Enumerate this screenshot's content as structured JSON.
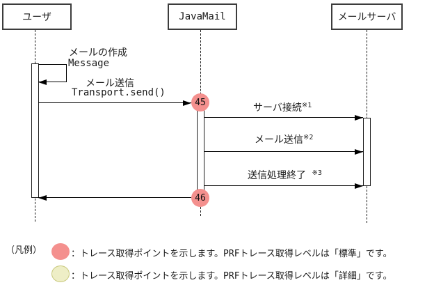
{
  "diagram": {
    "actors": [
      {
        "label": "ユーザ"
      },
      {
        "label": "JavaMail"
      },
      {
        "label": "メールサーバ"
      }
    ],
    "messages": {
      "create_mail": {
        "line1": "メールの作成",
        "line2": "Message"
      },
      "send_mail": {
        "line1": "メール送信",
        "line2": "Transport.send()"
      },
      "server_connect": {
        "text": "サーバ接続",
        "sup": "※1"
      },
      "mail_send": {
        "text": "メール送信",
        "sup": "※2"
      },
      "send_finish": {
        "text": "送信処理終了 ",
        "sup": "※3"
      }
    },
    "trace_points": [
      {
        "number": "45"
      },
      {
        "number": "46"
      }
    ],
    "colors": {
      "trace_standard": "#f4908e",
      "trace_detail_fill": "#eeeec6",
      "trace_detail_border": "#c9c97e"
    }
  },
  "legend": {
    "title": "（凡例）",
    "items": [
      {
        "level": "標準",
        "text": "：トレース取得ポイントを示します。PRFトレース取得レベルは「標準」です。"
      },
      {
        "level": "詳細",
        "text": "：トレース取得ポイントを示します。PRFトレース取得レベルは「詳細」です。"
      }
    ]
  }
}
